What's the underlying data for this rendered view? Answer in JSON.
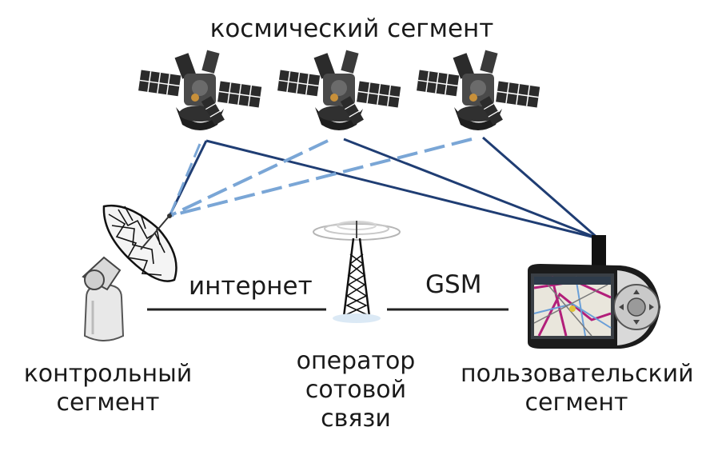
{
  "diagram": {
    "title": "космический сегмент",
    "links": {
      "internet": "интернет",
      "gsm": "GSM"
    },
    "segments": {
      "control": [
        "контрольный",
        "сегмент"
      ],
      "operator": [
        "оператор",
        "сотовой",
        "связи"
      ],
      "user": [
        "пользовательский",
        "сегмент"
      ]
    },
    "colors": {
      "solid_link": "#1f3d73",
      "dashed_link": "#7aa6d6",
      "wire": "#222222",
      "text": "#1a1a1a"
    },
    "icons": [
      "satellite-icon",
      "satellite-icon",
      "satellite-icon",
      "dish-antenna-icon",
      "cell-tower-icon",
      "gps-navigator-icon"
    ]
  }
}
